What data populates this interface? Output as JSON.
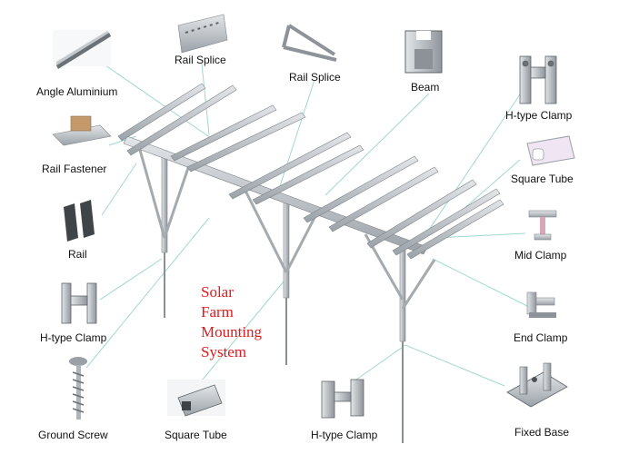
{
  "title_lines": [
    "Solar",
    "Farm",
    "Mounting",
    "System"
  ],
  "labels": {
    "angle_aluminium": "Angle Aluminium",
    "rail_splice_1": "Rail Splice",
    "rail_splice_2": "Rail Splice",
    "beam": "Beam",
    "h_clamp_top": "H-type Clamp",
    "rail_fastener": "Rail Fastener",
    "square_tube_right": "Square Tube",
    "rail": "Rail",
    "mid_clamp": "Mid Clamp",
    "h_clamp_left": "H-type Clamp",
    "end_clamp": "End Clamp",
    "ground_screw": "Ground Screw",
    "square_tube_bottom": "Square Tube",
    "h_clamp_bottom": "H-type Clamp",
    "fixed_base": "Fixed Base"
  },
  "colors": {
    "title": "#e0191e",
    "leader": "#9fd8cf",
    "metal": "#b9bec3",
    "metal_dark": "#7d8489"
  }
}
